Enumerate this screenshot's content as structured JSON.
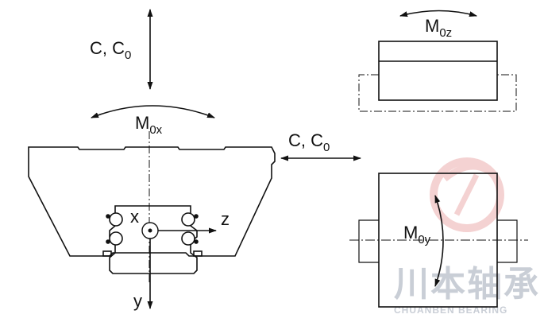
{
  "labels": {
    "load_top": "C, C",
    "load_top_sub": "0",
    "load_right": "C, C",
    "load_right_sub": "0",
    "moment_x": "M",
    "moment_x_sub": "0x",
    "moment_z": "M",
    "moment_z_sub": "0z",
    "moment_y": "M",
    "moment_y_sub": "0y",
    "axis_x": "x",
    "axis_y": "y",
    "axis_z": "z"
  },
  "watermark": {
    "text_cn": "川本轴承",
    "text_en": "CHUANBEN BEARING",
    "logo_color": "#f2c9c9",
    "text_color": "#c9ced6"
  }
}
